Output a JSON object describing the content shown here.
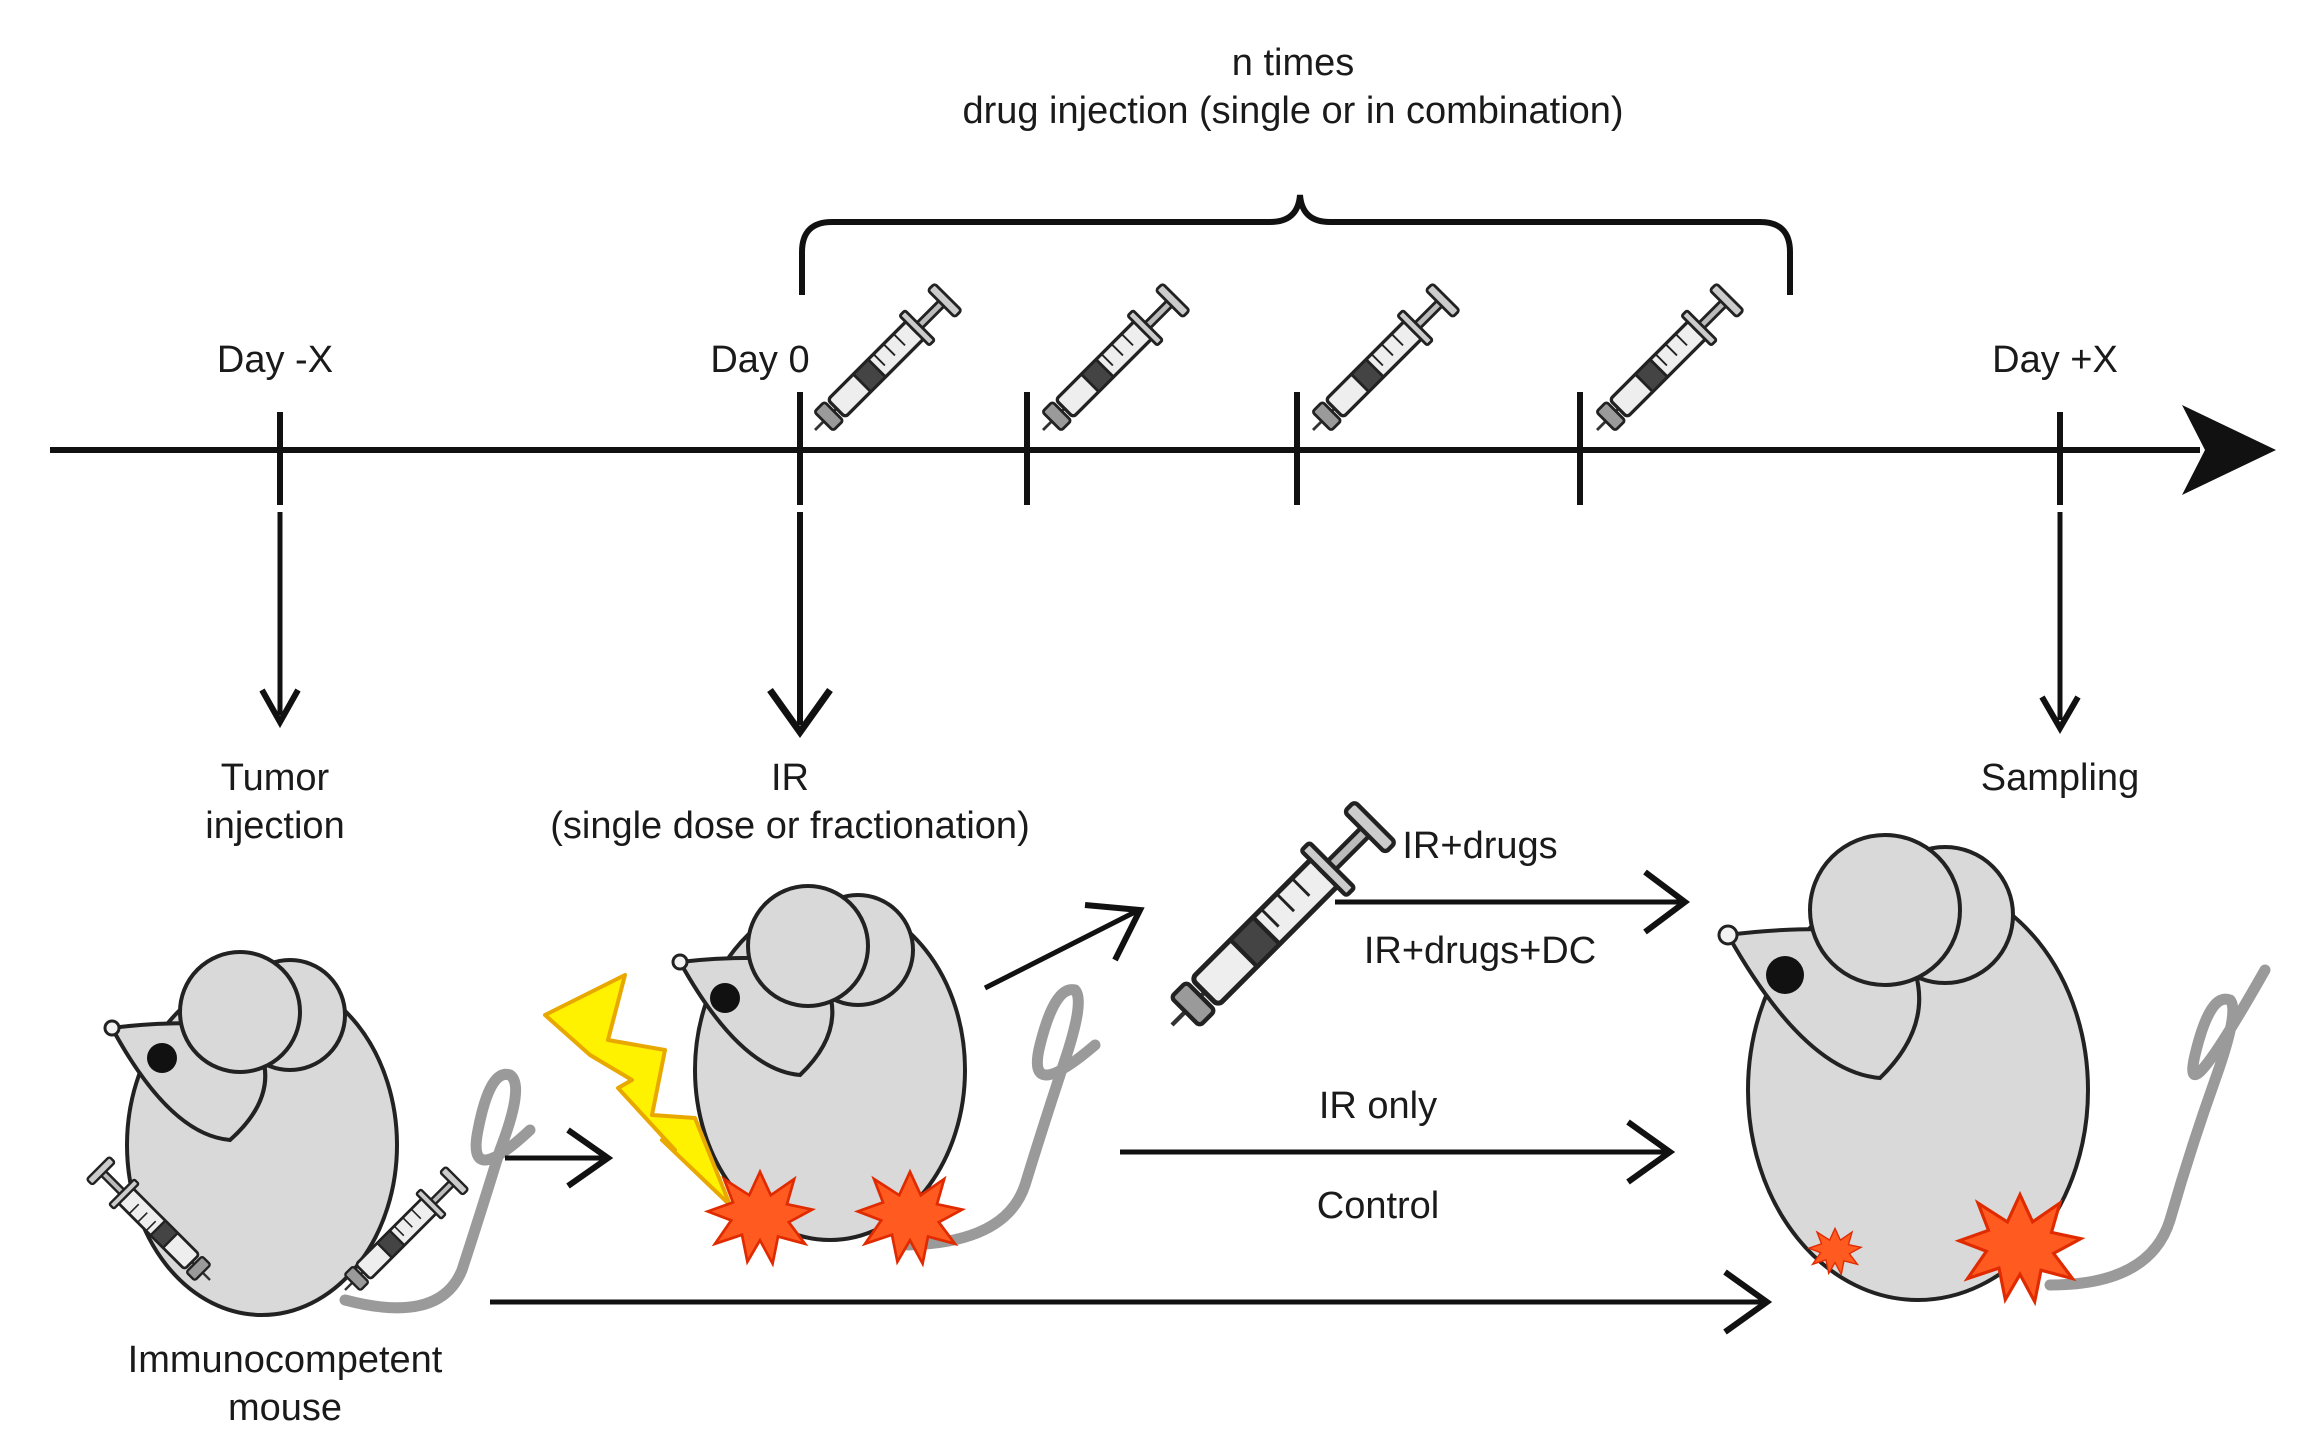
{
  "header": {
    "repeat_label": "n times",
    "drug_label": "drug injection (single or in combination)"
  },
  "timeline": {
    "day_start": "Day -X",
    "day_zero": "Day 0",
    "day_end": "Day +X"
  },
  "steps": {
    "tumor": [
      "Tumor",
      "injection"
    ],
    "ir": [
      "IR",
      "(single dose or fractionation)"
    ],
    "sampling": "Sampling",
    "mouse_caption": [
      "Immunocompetent",
      "mouse"
    ]
  },
  "groups": {
    "ir_drugs": "IR+drugs",
    "ir_drugs_dc": "IR+drugs+DC",
    "ir_only": "IR only",
    "control": "Control"
  },
  "colors": {
    "mouse_fill": "#d9d9d9",
    "tumor_fill": "#ff5a1f",
    "tumor_stroke": "#e02a00",
    "bolt_fill": "#fff200",
    "bolt_stroke": "#e8a800",
    "line": "#111111"
  }
}
